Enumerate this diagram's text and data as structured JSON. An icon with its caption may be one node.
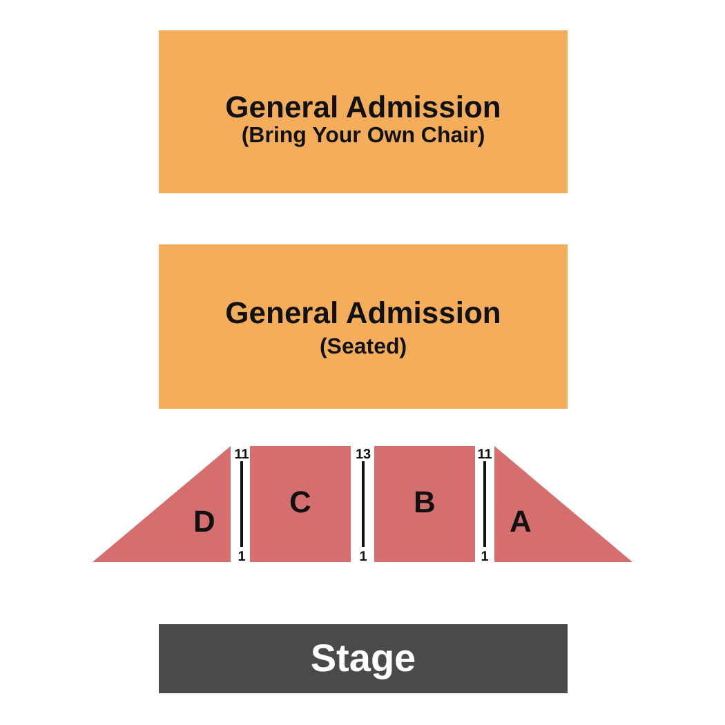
{
  "diagram": {
    "nodes": [
      {
        "text": [
          "General Admission",
          "(Bring Your Own Chair)"
        ]
      },
      {
        "text": [
          "General Admission",
          "(Seated)"
        ]
      },
      {
        "text": [
          "D"
        ]
      },
      {
        "text": [
          "C"
        ]
      },
      {
        "text": [
          "B"
        ]
      },
      {
        "text": [
          "A"
        ]
      },
      {
        "text": [
          "Stage"
        ]
      }
    ],
    "labels": [
      "11",
      "13",
      "11",
      "1",
      "1",
      "1"
    ]
  }
}
